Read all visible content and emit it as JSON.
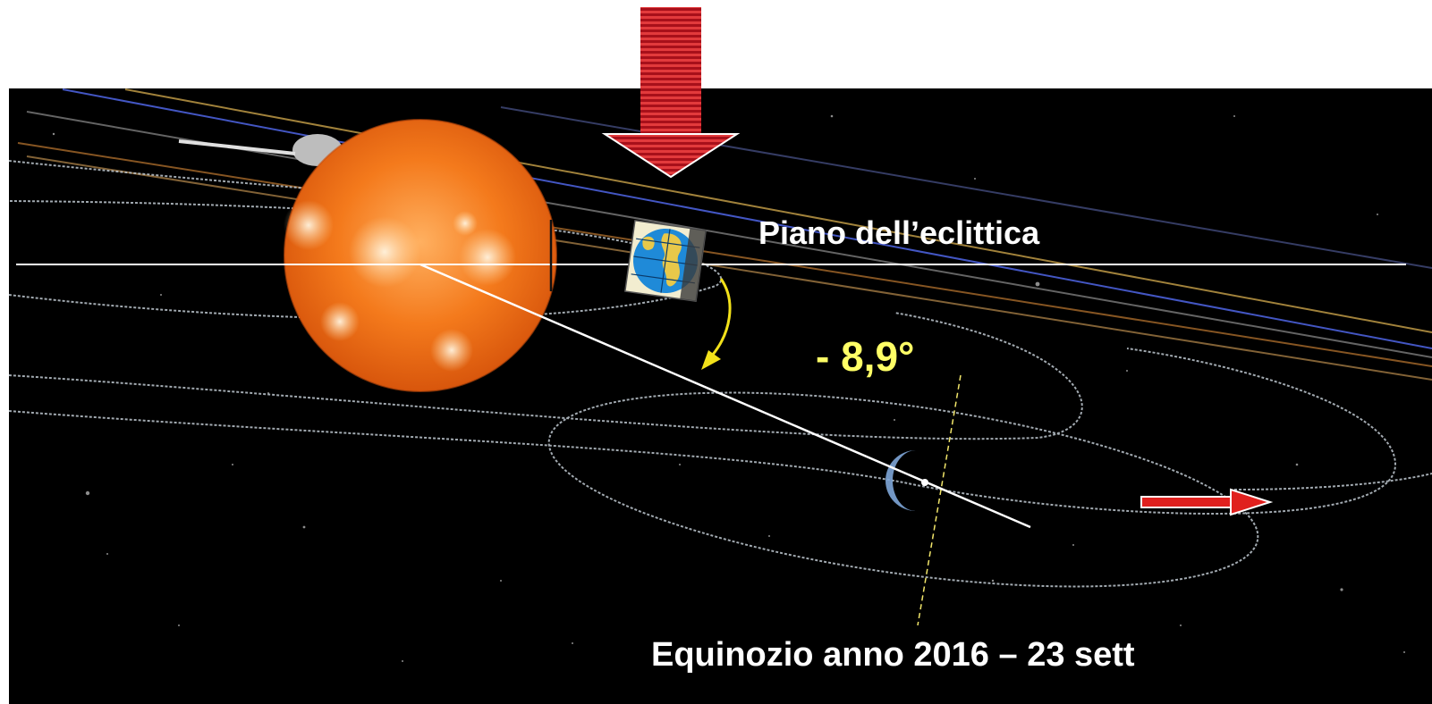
{
  "labels": {
    "ecliptic_plane": "Piano dell’eclittica",
    "angle": "- 8,9°",
    "equinox": "Equinozio anno 2016 – 23 sett"
  },
  "colors": {
    "background_outer": "#ffffff",
    "space": "#000000",
    "sun": "#f07a1a",
    "down_arrow": "#c4161c",
    "right_arrow": "#e0201e",
    "angle_text": "#ffff66",
    "curved_arrow": "#f2e11a",
    "ecliptic_line": "#ffffff",
    "orbit_lines": "#bfc8d0"
  },
  "icons": [
    "sun",
    "earth-cube-icon",
    "down-arrow-icon",
    "curved-arrow-icon",
    "right-arrow-icon",
    "planet-crescent"
  ]
}
